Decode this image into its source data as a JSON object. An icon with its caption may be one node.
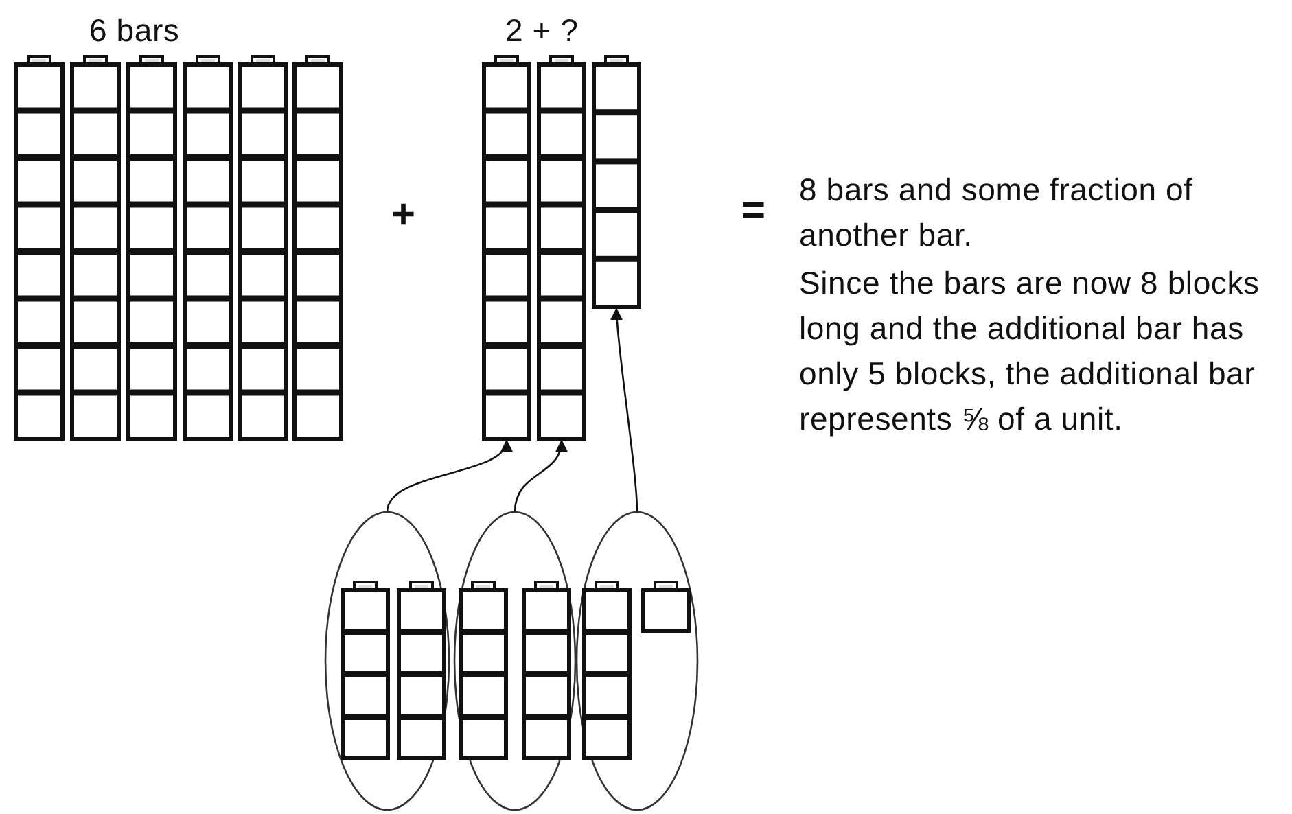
{
  "diagram": {
    "nodes": [
      {
        "text": [],
        "shape": "bar"
      },
      {
        "text": [],
        "shape": "bar"
      },
      {
        "text": [],
        "shape": "bar"
      },
      {
        "text": [],
        "shape": "bar"
      },
      {
        "text": [],
        "shape": "bar"
      },
      {
        "text": [],
        "shape": "bar"
      },
      {
        "text": [],
        "shape": "bar"
      },
      {
        "text": [],
        "shape": "bar"
      },
      {
        "text": [],
        "shape": "bar"
      },
      {
        "text": [],
        "shape": "ellipse"
      },
      {
        "text": [],
        "shape": "bar",
        "in": 9
      },
      {
        "text": [],
        "shape": "bar",
        "in": 9
      },
      {
        "text": [],
        "shape": "ellipse"
      },
      {
        "text": [],
        "shape": "bar",
        "in": 12
      },
      {
        "text": [],
        "shape": "bar",
        "in": 12
      },
      {
        "text": [],
        "shape": "ellipse"
      },
      {
        "text": [],
        "shape": "bar",
        "in": 15
      },
      {
        "text": [],
        "shape": "bar",
        "in": 15
      }
    ],
    "edges": [
      {
        "from": 9,
        "to": 6,
        "arrow": "to"
      },
      {
        "from": 12,
        "to": 7,
        "arrow": "to"
      },
      {
        "from": 15,
        "to": 8,
        "arrow": "to"
      }
    ],
    "labels": [
      "6 bars",
      "2 + ?",
      "+",
      "=",
      "8 bars and some fraction of another bar.",
      "Since the bars are now 8 blocks long and the additional bar has only 5 blocks, the additional bar represents ⅝ of a unit."
    ]
  }
}
